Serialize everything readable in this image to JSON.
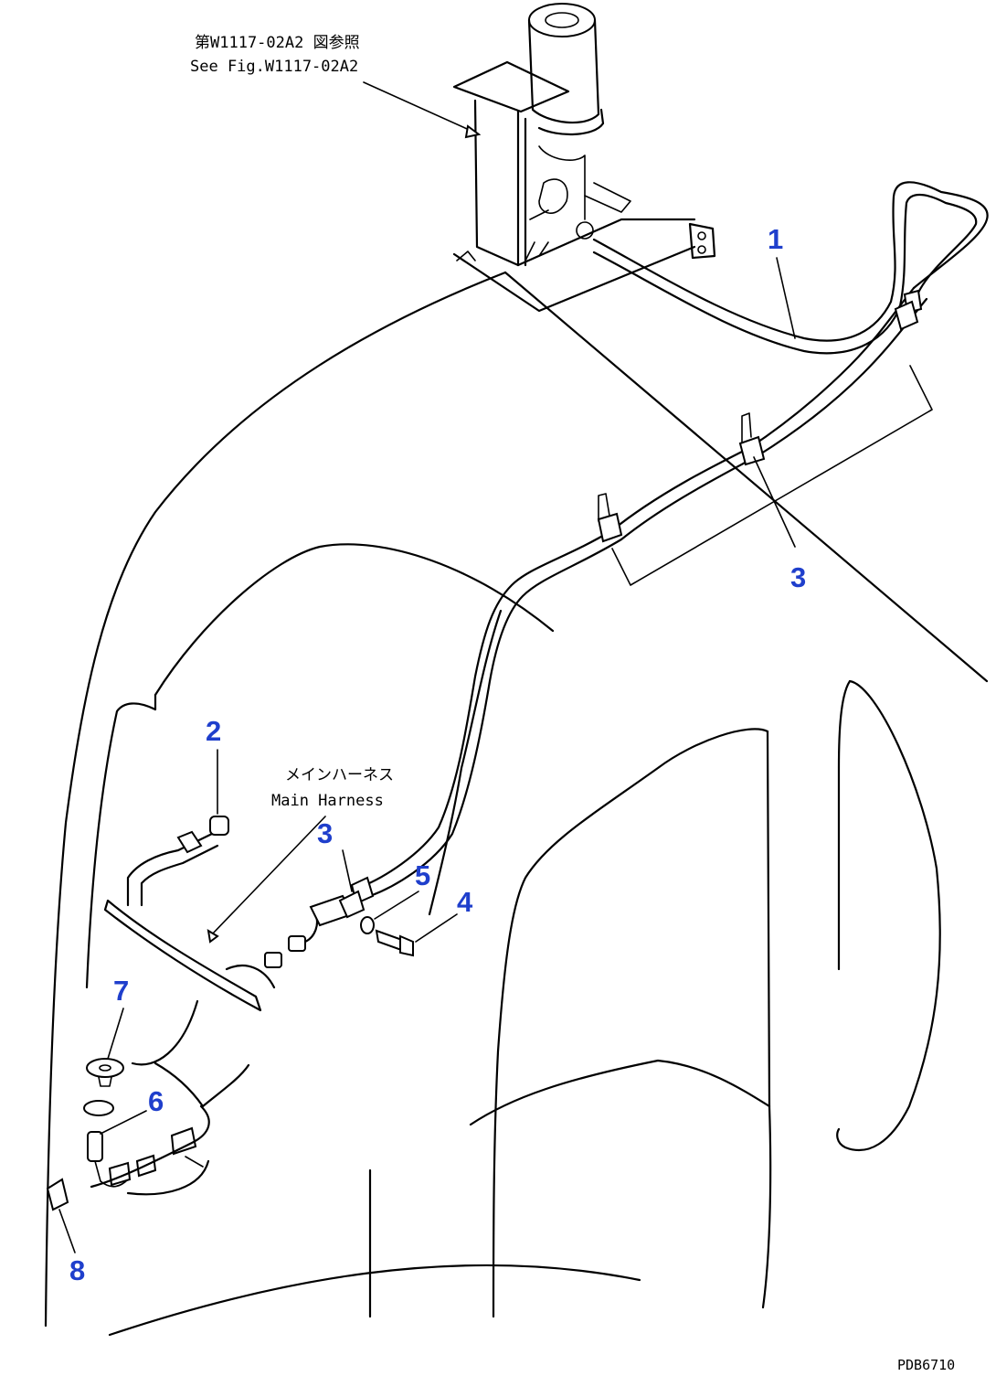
{
  "references": {
    "ref_jp": "第W1117-02A2 図参照",
    "ref_en": "See Fig.W1117-02A2",
    "harness_jp": "メインハーネス",
    "harness_en": "Main Harness"
  },
  "callouts": {
    "c1": "1",
    "c2": "2",
    "c3a": "3",
    "c3b": "3",
    "c4": "4",
    "c5": "5",
    "c6": "6",
    "c7": "7",
    "c8": "8"
  },
  "drawing_code": "PDB6710",
  "colors": {
    "callout": "#1f3fcc",
    "line": "#000000",
    "background": "#ffffff"
  }
}
